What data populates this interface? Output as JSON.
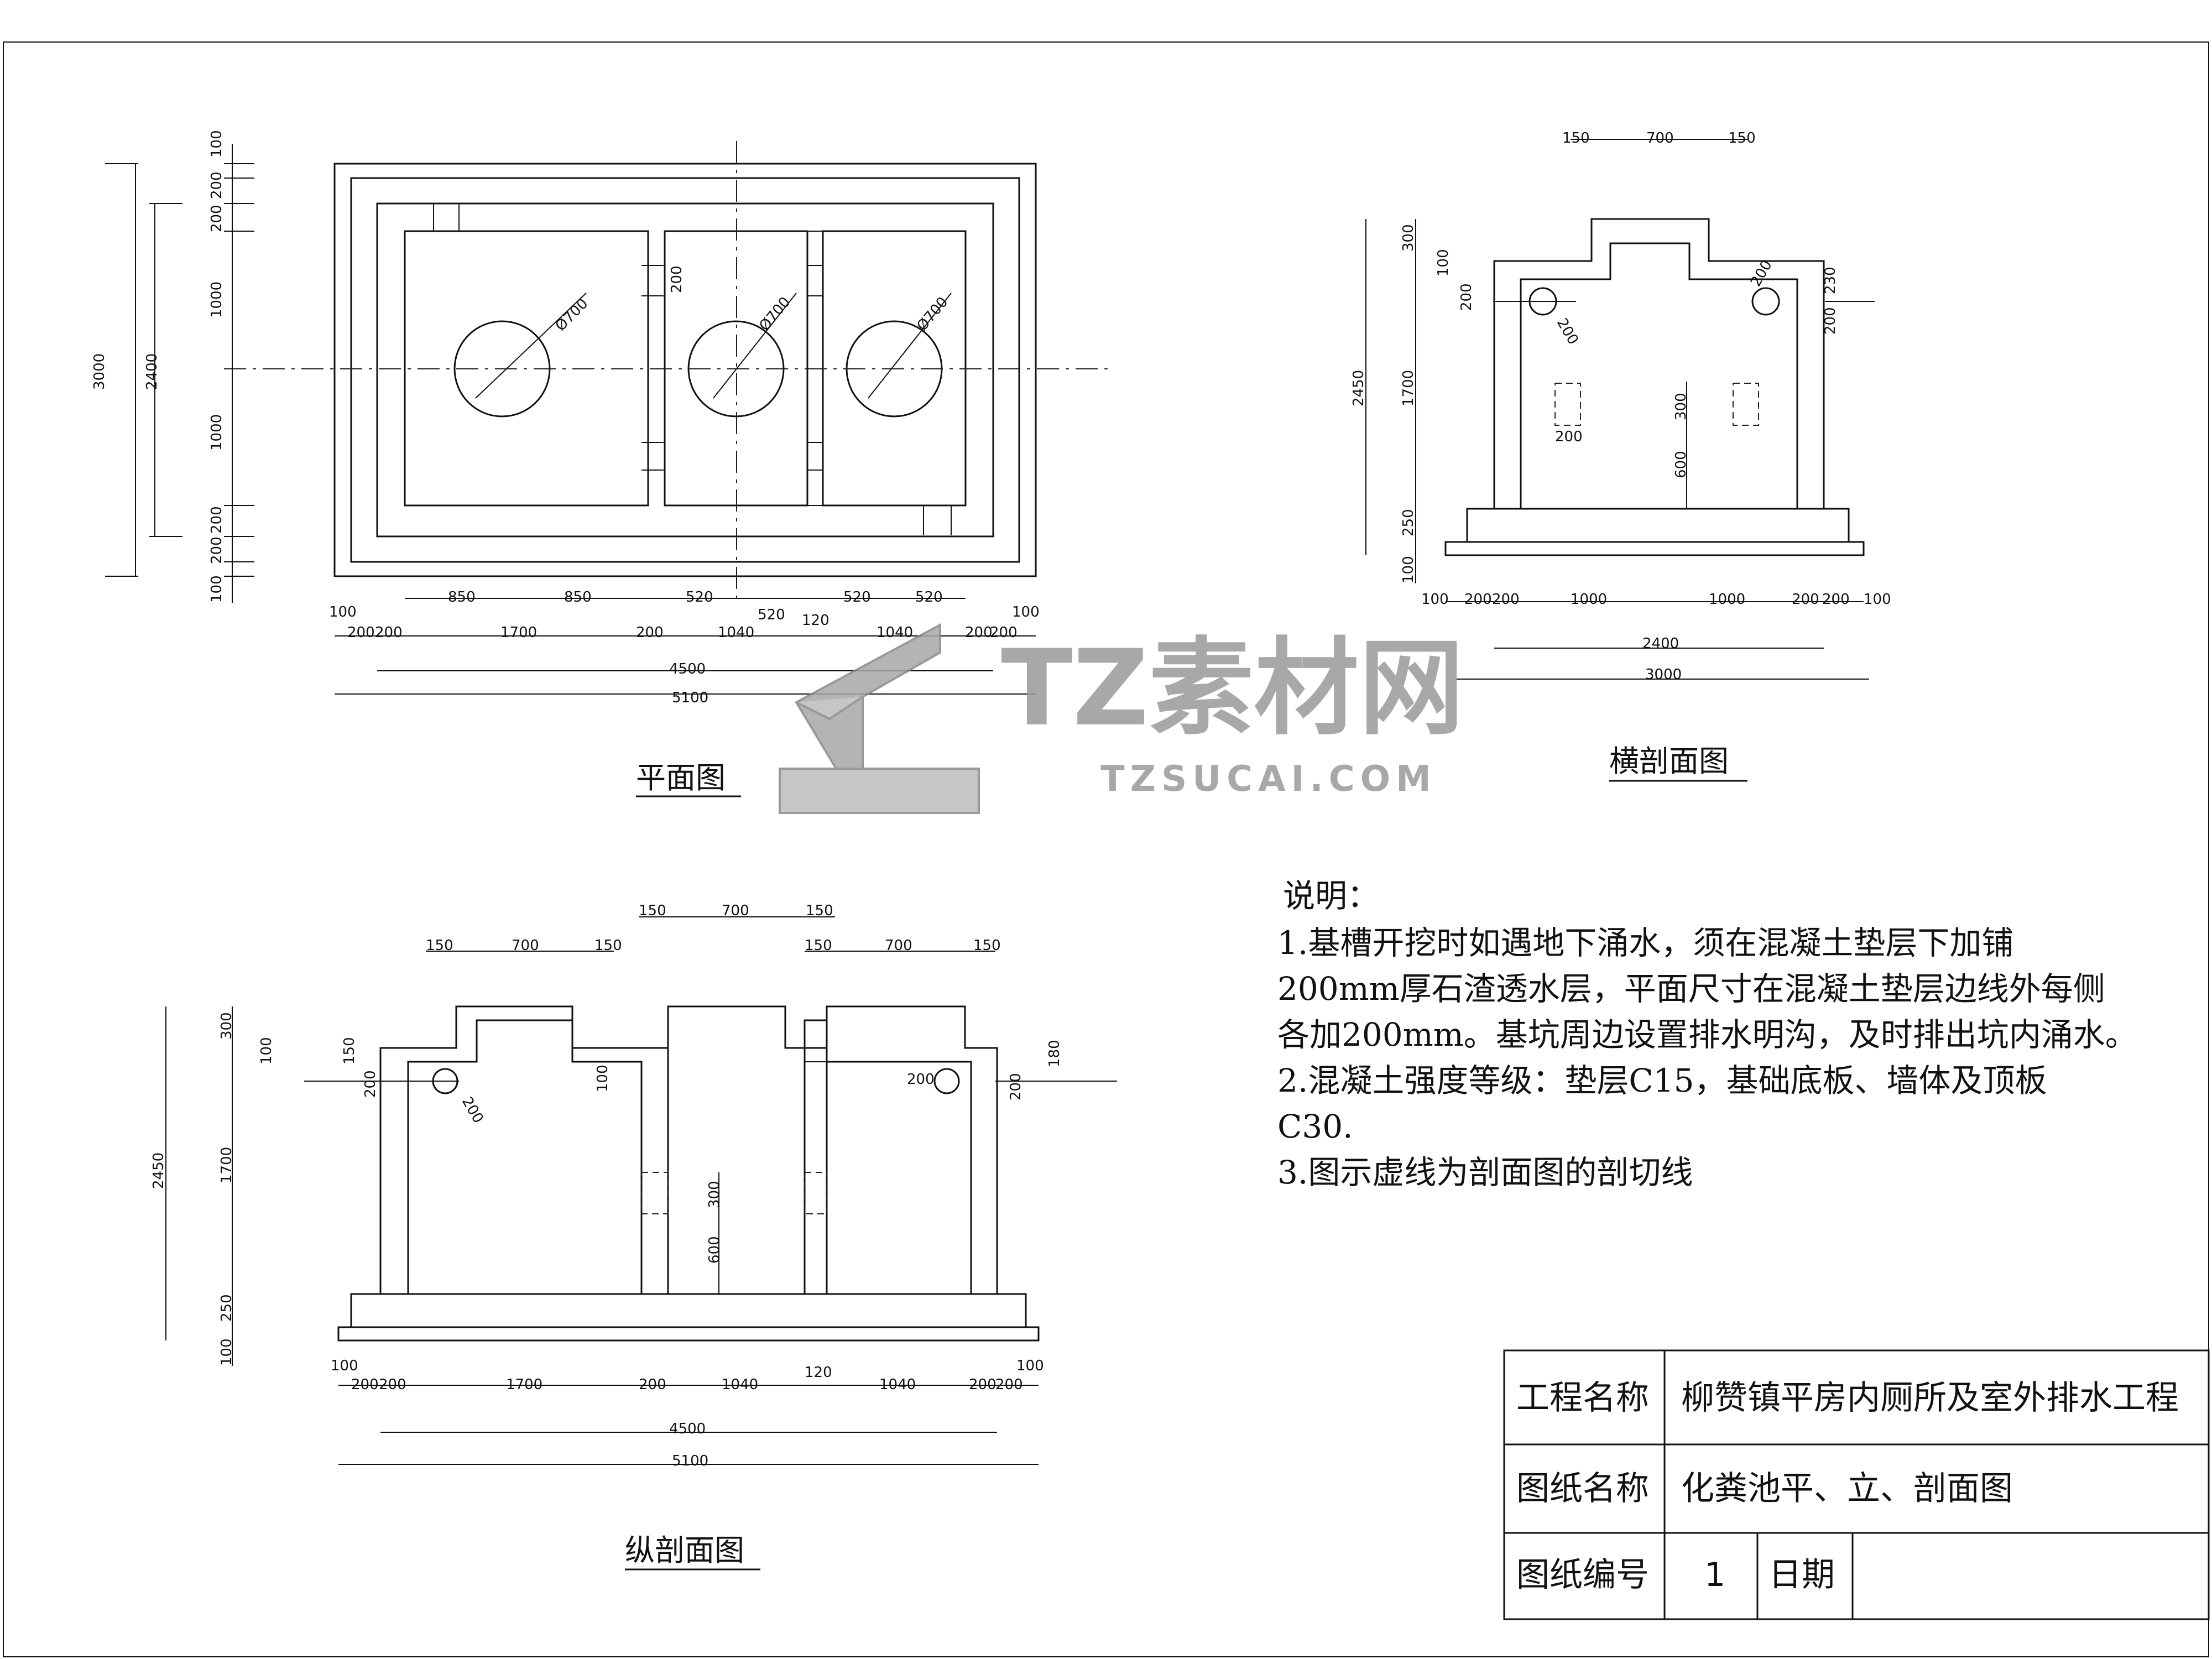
{
  "plan": {
    "title": "平面图",
    "pipe_dia": "Ø700",
    "top_dims_1": [
      "850",
      "850",
      "520",
      "520",
      "520"
    ],
    "bottom_dims": [
      "100",
      "200",
      "200",
      "1700",
      "200",
      "1040",
      "120",
      "1040",
      "200",
      "200",
      "100"
    ],
    "total_inner": "4500",
    "total_outer": "5100",
    "left_dims_outer": "3000",
    "left_dims_inner": "2400",
    "left_small": [
      "100",
      "200",
      "200",
      "1000",
      "1000",
      "200",
      "200",
      "100"
    ],
    "baffle": "200",
    "mid_520": "520"
  },
  "cross": {
    "title": "横剖面图",
    "top_dims": [
      "150",
      "700",
      "150"
    ],
    "left_dims": [
      "300",
      "100",
      "200",
      "1700",
      "250",
      "100"
    ],
    "right_dims": [
      "230",
      "200"
    ],
    "total_h": "2450",
    "pipe": [
      "200",
      "200"
    ],
    "vent": "200",
    "h300": "300",
    "h600": "600",
    "bottom_dims": [
      "100",
      "200",
      "200",
      "1000",
      "1000",
      "200",
      "200",
      "100"
    ],
    "w_inner": "2400",
    "w_outer": "3000"
  },
  "long": {
    "title": "纵剖面图",
    "top_dims_mid": [
      "150",
      "700",
      "150"
    ],
    "top_dims_left": [
      "150",
      "700",
      "150"
    ],
    "top_dims_right": [
      "150",
      "700",
      "150"
    ],
    "left_dims": [
      "300",
      "100",
      "150",
      "200",
      "1700",
      "250",
      "100"
    ],
    "total_h": "2450",
    "pipe_left": "200",
    "pipe_right": "200",
    "right_dims": [
      "180",
      "200"
    ],
    "wall_100": "100",
    "h300": "300",
    "h600": "600",
    "bottom_dims": [
      "100",
      "200",
      "200",
      "1700",
      "200",
      "1040",
      "120",
      "1040",
      "200",
      "200",
      "100"
    ],
    "total_inner": "4500",
    "total_outer": "5100"
  },
  "notes": {
    "heading": "说明：",
    "lines": [
      "1.基槽开挖时如遇地下涌水，须在混凝土垫层下加铺",
      "200mm厚石渣透水层，平面尺寸在混凝土垫层边线外每侧",
      "各加200mm。基坑周边设置排水明沟，及时排出坑内涌水。",
      "2.混凝土强度等级：垫层C15，基础底板、墙体及顶板",
      "C30.",
      "3.图示虚线为剖面图的剖切线"
    ]
  },
  "titleblock": {
    "project_label": "工程名称",
    "project_value": "柳赞镇平房内厕所及室外排水工程",
    "drawing_label": "图纸名称",
    "drawing_value": "化粪池平、立、剖面图",
    "number_label": "图纸编号",
    "number_value": "1",
    "date_label": "日期",
    "date_value": ""
  },
  "watermark": {
    "brand": "TZ素材网",
    "url": "TZSUCAI.COM"
  }
}
